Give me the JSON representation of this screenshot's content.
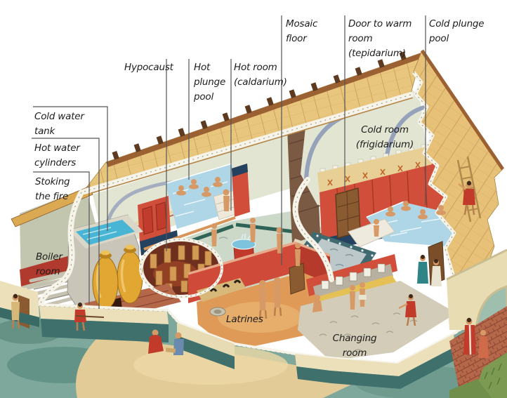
{
  "callouts": {
    "cold_water_tank": "Cold water\ntank",
    "hot_water_cylinders": "Hot water\ncylinders",
    "stoking_the_fire": "Stoking\nthe fire",
    "hypocaust": "Hypocaust",
    "hot_plunge_pool": "Hot\nplunge\npool",
    "hot_room": "Hot room\n(caldarium)",
    "mosaic_floor": "Mosaic\nfloor",
    "door_to_warm_room": "Door to warm\nroom\n(tepidarium)",
    "cold_plunge_pool": "Cold plunge\npool"
  },
  "room_labels": {
    "boiler_room": "Boiler\nroom",
    "cold_room": "Cold room\n(frigidarium)",
    "latrines": "Latrines",
    "changing_room": "Changing\nroom"
  },
  "palette": {
    "roof_tile": "#e9c67e",
    "roof_beam": "#9c6132",
    "wall_red": "#d14e3a",
    "dado_navy": "#24415f",
    "pool_water": "#aed6e6",
    "vault": "#e2e5d2",
    "jar_amber": "#e2a733",
    "ground_teal": "#7fa89c",
    "sand": "#e3cb97",
    "cream_wall": "#ebe0ba",
    "mosaic": "#ccd8c8",
    "brick": "#b5674a",
    "grass": "#7c9a52",
    "label_ink": "#1d1d1d",
    "leader_line": "#555555"
  }
}
